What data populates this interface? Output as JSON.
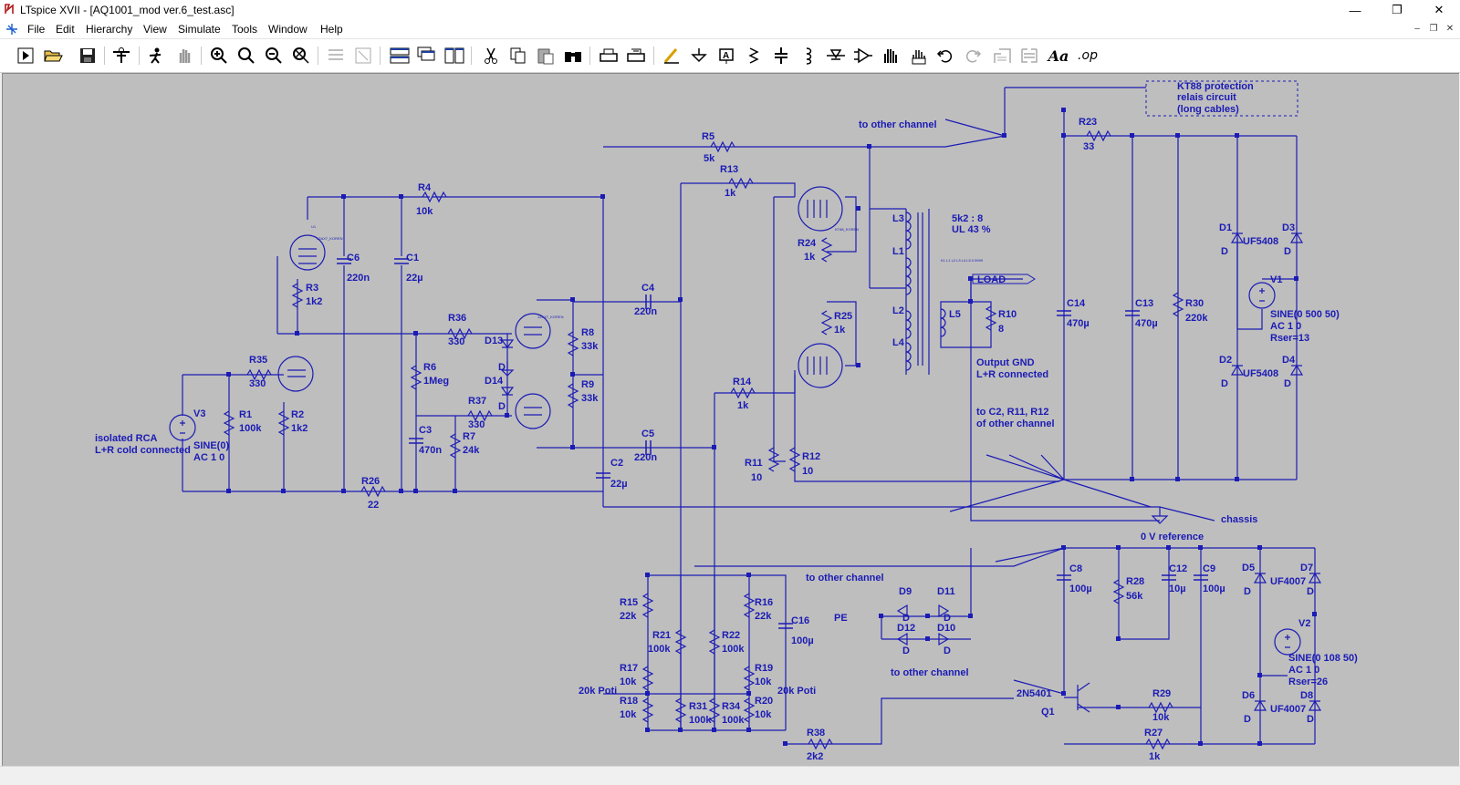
{
  "window": {
    "title": "LTspice XVII - [AQ1001_mod ver.6_test.asc]",
    "controls": {
      "minimize": "—",
      "restore": "❐",
      "close": "✕"
    }
  },
  "menu": {
    "items": [
      "File",
      "Edit",
      "Hierarchy",
      "View",
      "Simulate",
      "Tools",
      "Window",
      "Help"
    ],
    "mdi_controls": {
      "minimize": "–",
      "restore": "❐",
      "close": "✕"
    }
  },
  "toolbar": {
    "icons": [
      "run-icon",
      "open-icon",
      "save-icon",
      "control-panel-icon",
      "halt-icon",
      "pan-icon",
      "zoom-in-icon",
      "zoom-area-icon",
      "zoom-out-icon",
      "zoom-fit-icon",
      "autorange-icon",
      "grid-icon",
      "tile-horizontal-icon",
      "cascade-icon",
      "tile-vertical-icon",
      "cut-icon",
      "copy-icon",
      "paste-icon",
      "find-icon",
      "print-icon",
      "print-preview-icon",
      "draw-wire-icon",
      "ground-icon",
      "label-net-icon",
      "resistor-icon",
      "capacitor-icon",
      "inductor-icon",
      "diode-icon",
      "component-icon",
      "move-icon",
      "drag-icon",
      "undo-icon",
      "redo-icon",
      "rotate-icon",
      "mirror-icon",
      "text-icon",
      "spice-directive-icon"
    ],
    "text_icons": {
      "text": "Aa",
      "spice_directive": ".op"
    }
  },
  "schematic": {
    "components": {
      "R5": {
        "name": "R5",
        "value": "5k"
      },
      "R13": {
        "name": "R13",
        "value": "1k"
      },
      "R4": {
        "name": "R4",
        "value": "10k"
      },
      "R23": {
        "name": "R23",
        "value": "33"
      },
      "R3": {
        "name": "R3",
        "value": "1k2"
      },
      "R36": {
        "name": "R36",
        "value": "330"
      },
      "R8": {
        "name": "R8",
        "value": "33k"
      },
      "R9": {
        "name": "R9",
        "value": "33k"
      },
      "R6": {
        "name": "R6",
        "value": "1Meg"
      },
      "R35": {
        "name": "R35",
        "value": "330"
      },
      "R1": {
        "name": "R1",
        "value": "100k"
      },
      "R2": {
        "name": "R2",
        "value": "1k2"
      },
      "R37": {
        "name": "R37",
        "value": "330"
      },
      "R7": {
        "name": "R7",
        "value": "24k"
      },
      "R26": {
        "name": "R26",
        "value": "22"
      },
      "R24": {
        "name": "R24",
        "value": "1k"
      },
      "R25": {
        "name": "R25",
        "value": "1k"
      },
      "R14": {
        "name": "R14",
        "value": "1k"
      },
      "R11": {
        "name": "R11",
        "value": "10"
      },
      "R12": {
        "name": "R12",
        "value": "10"
      },
      "R10": {
        "name": "R10",
        "value": "8"
      },
      "R30": {
        "name": "R30",
        "value": "220k"
      },
      "R15": {
        "name": "R15",
        "value": "22k"
      },
      "R16": {
        "name": "R16",
        "value": "22k"
      },
      "R21": {
        "name": "R21",
        "value": "100k"
      },
      "R22": {
        "name": "R22",
        "value": "100k"
      },
      "R17": {
        "name": "R17",
        "value": "10k"
      },
      "R18": {
        "name": "R18",
        "value": "10k"
      },
      "R19": {
        "name": "R19",
        "value": "10k"
      },
      "R20": {
        "name": "R20",
        "value": "10k"
      },
      "R31": {
        "name": "R31",
        "value": "100k"
      },
      "R34": {
        "name": "R34",
        "value": "100k"
      },
      "R38": {
        "name": "R38",
        "value": "2k2"
      },
      "R28": {
        "name": "R28",
        "value": "56k"
      },
      "R29": {
        "name": "R29",
        "value": "10k"
      },
      "R27": {
        "name": "R27",
        "value": "1k"
      },
      "C6": {
        "name": "C6",
        "value": "220n"
      },
      "C1": {
        "name": "C1",
        "value": "22µ"
      },
      "C4": {
        "name": "C4",
        "value": "220n"
      },
      "C5": {
        "name": "C5",
        "value": "220n"
      },
      "C3": {
        "name": "C3",
        "value": "470n"
      },
      "C2": {
        "name": "C2",
        "value": "22µ"
      },
      "C14": {
        "name": "C14",
        "value": "470µ"
      },
      "C13": {
        "name": "C13",
        "value": "470µ"
      },
      "C16": {
        "name": "C16",
        "value": "100µ"
      },
      "C8": {
        "name": "C8",
        "value": "100µ"
      },
      "C12": {
        "name": "C12",
        "value": "10µ"
      },
      "C9": {
        "name": "C9",
        "value": "100µ"
      },
      "D1": {
        "name": "D1",
        "value": "UF5408",
        "model": "D"
      },
      "D2": {
        "name": "D2",
        "value": "UF5408",
        "model": "D"
      },
      "D3": {
        "name": "D3",
        "value": "D"
      },
      "D4": {
        "name": "D4",
        "value": "D"
      },
      "D5": {
        "name": "D5",
        "value": "D"
      },
      "D6": {
        "name": "D6",
        "value": "UF4007",
        "model": "D"
      },
      "D7": {
        "name": "D7",
        "value": "UF4007",
        "model": "D"
      },
      "D8": {
        "name": "D8",
        "value": "D"
      },
      "D9": {
        "name": "D9",
        "value": "D"
      },
      "D10": {
        "name": "D10",
        "value": "D"
      },
      "D11": {
        "name": "D11",
        "value": "D"
      },
      "D12": {
        "name": "D12",
        "value": "D"
      },
      "D13": {
        "name": "D13",
        "value": "D"
      },
      "D14": {
        "name": "D14",
        "value": "D"
      },
      "L1": {
        "name": "L1"
      },
      "L2": {
        "name": "L2"
      },
      "L3": {
        "name": "L3"
      },
      "L4": {
        "name": "L4"
      },
      "L5": {
        "name": "L5"
      },
      "Q1": {
        "name": "Q1",
        "value": "2N5401"
      },
      "V1": {
        "name": "V1",
        "lines": [
          "SINE(0 500 50)",
          "AC 1 0",
          "Rser=13"
        ]
      },
      "V2": {
        "name": "V2",
        "lines": [
          "SINE(0 108 50)",
          "AC 1 0",
          "Rser=26"
        ]
      },
      "V3": {
        "name": "V3",
        "lines": [
          "SINE(0)",
          "AC 1 0"
        ]
      }
    },
    "comments": {
      "kt88": [
        "KT88 protection",
        "relais circuit",
        "(long cables)"
      ],
      "to_other_channel": "to other channel",
      "transformer": [
        "5k2 : 8",
        "UL 43 %"
      ],
      "output_gnd": [
        "Output GND",
        "L+R connected"
      ],
      "to_c2": [
        "to C2, R11, R12",
        "of other channel"
      ],
      "chassis": "chassis",
      "zero_v": "0 V reference",
      "isolated": [
        "isolated RCA",
        "L+R cold connected"
      ],
      "poti": "20k Poti",
      "pe": "PE"
    },
    "net_labels": {
      "load": "LOAD"
    },
    "tiny_labels": {
      "tube": "U1",
      "tube_model": "12AX7_KOREN",
      "kt88_model": "KT88_KOREN",
      "xfmr_directive": "K1 L1 L2 L3 L4 L5 0.9999"
    },
    "colors": {
      "wire": "#1b1bb5",
      "background": "#bebebe",
      "junction": "#1b1bb5"
    }
  }
}
